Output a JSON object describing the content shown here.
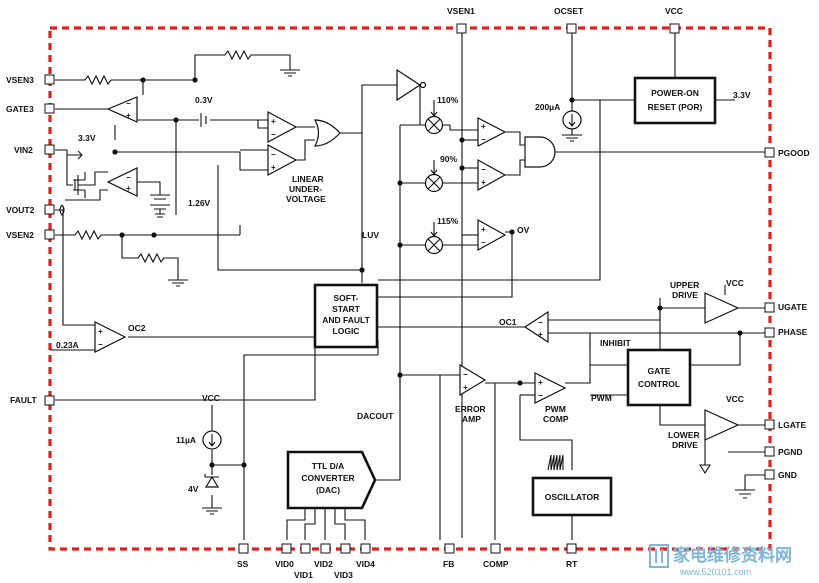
{
  "pins": {
    "vsen3": "VSEN3",
    "gate3": "GATE3",
    "vin2": "VIN2",
    "vout2": "VOUT2",
    "vsen2": "VSEN2",
    "fault": "FAULT",
    "vsen1": "VSEN1",
    "ocset": "OCSET",
    "vcc": "VCC",
    "pgood": "PGOOD",
    "ugate": "UGATE",
    "phase": "PHASE",
    "lgate": "LGATE",
    "pgnd": "PGND",
    "gnd": "GND",
    "ss": "SS",
    "vid0": "VID0",
    "vid1": "VID1",
    "vid2": "VID2",
    "vid3": "VID3",
    "vid4": "VID4",
    "fb": "FB",
    "comp": "COMP",
    "rt": "RT"
  },
  "blocks": {
    "por_line1": "POWER-ON",
    "por_line2": "RESET (POR)",
    "ss_line1": "SOFT-",
    "ss_line2": "START",
    "ss_line3": "AND FAULT",
    "ss_line4": "LOGIC",
    "gc_line1": "GATE",
    "gc_line2": "CONTROL",
    "dac_line1": "TTL D/A",
    "dac_line2": "CONVERTER",
    "dac_line3": "(DAC)",
    "osc": "OSCILLATOR"
  },
  "labels": {
    "v03": "0.3V",
    "v33a": "3.3V",
    "v126": "1.26V",
    "luv1": "LINEAR",
    "luv2": "UNDER-",
    "luv3": "VOLTAGE",
    "luv": "LUV",
    "p110": "110%",
    "p90": "90%",
    "p115": "115%",
    "ov": "OV",
    "i200": "200µA",
    "v33b": "3.3V",
    "vcc_top": "VCC",
    "upper1": "UPPER",
    "upper2": "DRIVE",
    "vcc_up": "VCC",
    "oc1": "OC1",
    "inhibit": "INHIBIT",
    "pwm": "PWM",
    "lower1": "LOWER",
    "lower2": "DRIVE",
    "vcc_low": "VCC",
    "oc2": "OC2",
    "i023": "0.23A",
    "vcc_ss": "VCC",
    "i11": "11µA",
    "v4": "4V",
    "dacout": "DACOUT",
    "err1": "ERROR",
    "err2": "AMP",
    "pwm1": "PWM",
    "pwm2": "COMP"
  },
  "watermark": {
    "text": "家电维修资料网",
    "url": "www.520101.com"
  },
  "colors": {
    "border": "#e0201c",
    "line": "#111111",
    "watermark": "#7fb7d8"
  }
}
